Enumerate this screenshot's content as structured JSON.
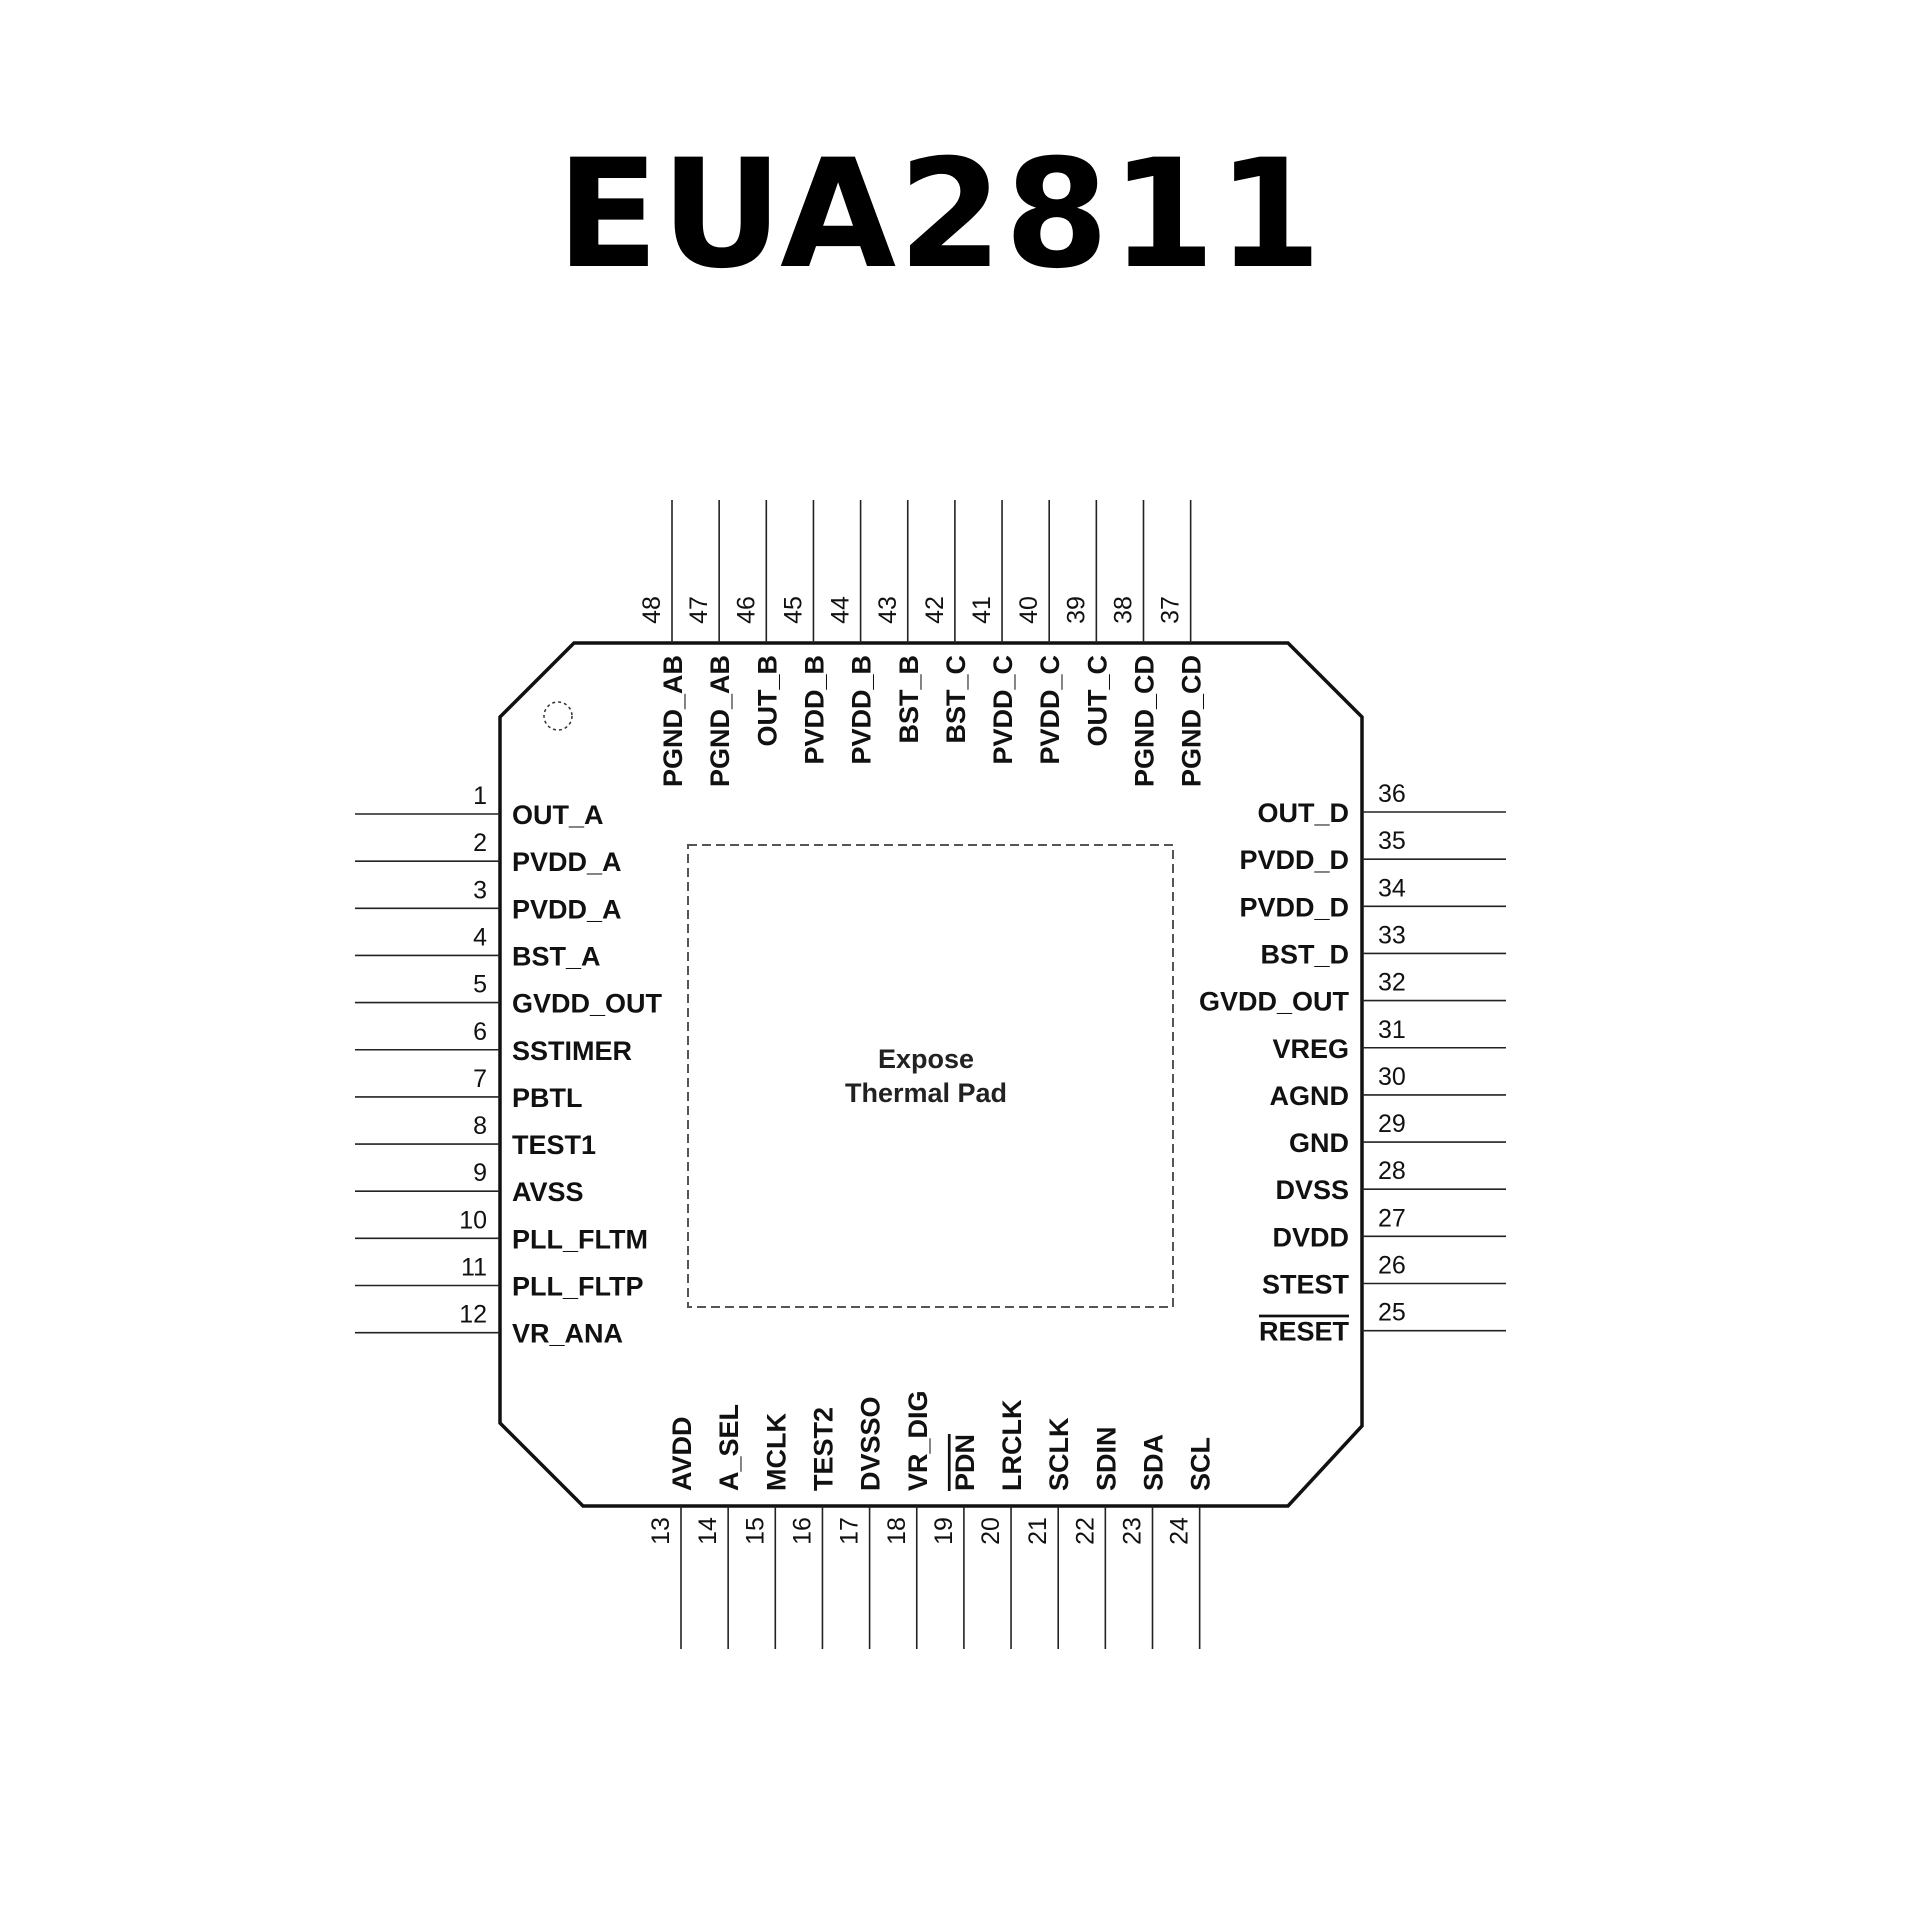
{
  "title": "EUA2811",
  "thermal_pad": {
    "line1": "Expose",
    "line2": "Thermal Pad"
  },
  "pins": {
    "left": [
      {
        "num": "1",
        "name": "OUT_A"
      },
      {
        "num": "2",
        "name": "PVDD_A"
      },
      {
        "num": "3",
        "name": "PVDD_A"
      },
      {
        "num": "4",
        "name": "BST_A"
      },
      {
        "num": "5",
        "name": "GVDD_OUT"
      },
      {
        "num": "6",
        "name": "SSTIMER"
      },
      {
        "num": "7",
        "name": "PBTL"
      },
      {
        "num": "8",
        "name": "TEST1"
      },
      {
        "num": "9",
        "name": "AVSS"
      },
      {
        "num": "10",
        "name": "PLL_FLTM"
      },
      {
        "num": "11",
        "name": "PLL_FLTP"
      },
      {
        "num": "12",
        "name": "VR_ANA"
      }
    ],
    "bottom": [
      {
        "num": "13",
        "name": "AVDD"
      },
      {
        "num": "14",
        "name": "A_SEL"
      },
      {
        "num": "15",
        "name": "MCLK"
      },
      {
        "num": "16",
        "name": "TEST2"
      },
      {
        "num": "17",
        "name": "DVSSO"
      },
      {
        "num": "18",
        "name": "VR_DIG"
      },
      {
        "num": "19",
        "name": "PDN",
        "active_low": true
      },
      {
        "num": "20",
        "name": "LRCLK"
      },
      {
        "num": "21",
        "name": "SCLK"
      },
      {
        "num": "22",
        "name": "SDIN"
      },
      {
        "num": "23",
        "name": "SDA"
      },
      {
        "num": "24",
        "name": "SCL"
      }
    ],
    "right": [
      {
        "num": "36",
        "name": "OUT_D"
      },
      {
        "num": "35",
        "name": "PVDD_D"
      },
      {
        "num": "34",
        "name": "PVDD_D"
      },
      {
        "num": "33",
        "name": "BST_D"
      },
      {
        "num": "32",
        "name": "GVDD_OUT"
      },
      {
        "num": "31",
        "name": "VREG"
      },
      {
        "num": "30",
        "name": "AGND"
      },
      {
        "num": "29",
        "name": "GND"
      },
      {
        "num": "28",
        "name": "DVSS"
      },
      {
        "num": "27",
        "name": "DVDD"
      },
      {
        "num": "26",
        "name": "STEST"
      },
      {
        "num": "25",
        "name": "RESET",
        "active_low": true
      }
    ],
    "top": [
      {
        "num": "48",
        "name": "PGND_AB"
      },
      {
        "num": "47",
        "name": "PGND_AB"
      },
      {
        "num": "46",
        "name": "OUT_B"
      },
      {
        "num": "45",
        "name": "PVDD_B"
      },
      {
        "num": "44",
        "name": "PVDD_B"
      },
      {
        "num": "43",
        "name": "BST_B"
      },
      {
        "num": "42",
        "name": "BST_C"
      },
      {
        "num": "41",
        "name": "PVDD_C"
      },
      {
        "num": "40",
        "name": "PVDD_C"
      },
      {
        "num": "39",
        "name": "OUT_C"
      },
      {
        "num": "38",
        "name": "PGND_CD"
      },
      {
        "num": "37",
        "name": "PGND_CD"
      }
    ]
  }
}
